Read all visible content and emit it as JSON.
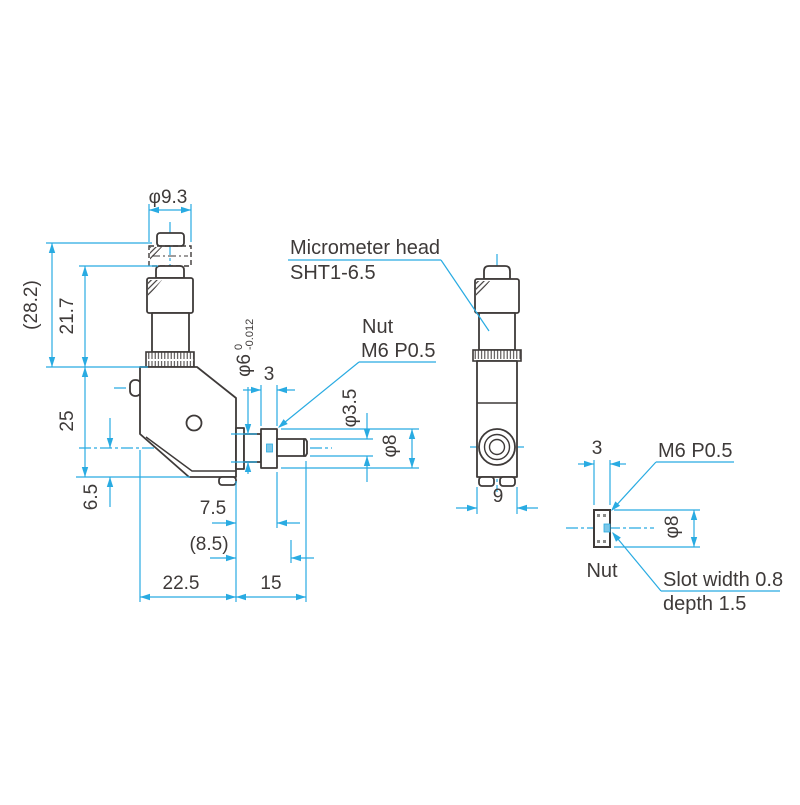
{
  "title": "Micrometer head mount technical drawing",
  "colors": {
    "dimension_line": "#29abe2",
    "part_outline": "#3e3a39",
    "text": "#3e3a39",
    "background": "#ffffff"
  },
  "front_view": {
    "dia_knob": "φ9.3",
    "overall_height": "(28.2)",
    "head_height": "21.7",
    "body_height": "25",
    "center_offset": "6.5",
    "spindle_dia": "φ6",
    "spindle_tol_upper": "0",
    "spindle_tol_lower": "-0.012",
    "nut_thickness": "3",
    "shaft_dia": "φ3.5",
    "nut_dia": "φ8",
    "nut_offset": "7.5",
    "stroke_ref": "(8.5)",
    "body_width": "22.5",
    "shaft_length": "15",
    "nut_label_line1": "Nut",
    "nut_label_line2": "M6 P0.5"
  },
  "side_view": {
    "label_line1": "Micrometer head",
    "label_line2": "SHT1-6.5",
    "width": "9"
  },
  "nut_detail": {
    "thickness": "3",
    "thread": "M6 P0.5",
    "dia": "φ8",
    "name": "Nut",
    "slot_line1": "Slot width 0.8",
    "slot_line2": "depth 1.5"
  }
}
